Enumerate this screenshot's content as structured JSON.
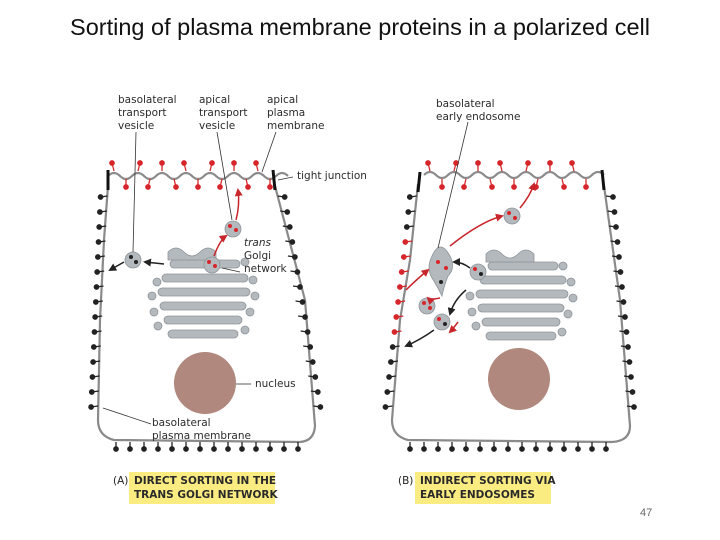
{
  "title": "Sorting of plasma membrane proteins in a polarized cell",
  "page_number": "47",
  "colors": {
    "membrane": "#8a8a8a",
    "cargo": "#d6262b",
    "golgi": "#b4b9be",
    "nucleus": "#b0887e",
    "caption_bg": "#fbec82",
    "pointer": "#333333"
  },
  "panel_a": {
    "labels": {
      "basolateral_transport_vesicle": [
        "basolateral",
        "transport",
        "vesicle"
      ],
      "apical_transport_vesicle": [
        "apical",
        "transport",
        "vesicle"
      ],
      "apical_plasma_membrane": [
        "apical",
        "plasma",
        "membrane"
      ],
      "tight_junction": "tight junction",
      "trans_golgi_network": [
        "trans",
        "Golgi",
        "network"
      ],
      "nucleus": "nucleus",
      "basolateral_plasma_membrane": [
        "basolateral",
        "plasma membrane"
      ]
    },
    "caption_letter": "(A)",
    "caption_lines": [
      "DIRECT SORTING IN THE",
      "TRANS GOLGI NETWORK"
    ]
  },
  "panel_b": {
    "labels": {
      "basolateral_early_endosome": [
        "basolateral",
        "early endosome"
      ]
    },
    "caption_letter": "(B)",
    "caption_lines": [
      "INDIRECT SORTING VIA",
      "EARLY ENDOSOMES"
    ]
  }
}
